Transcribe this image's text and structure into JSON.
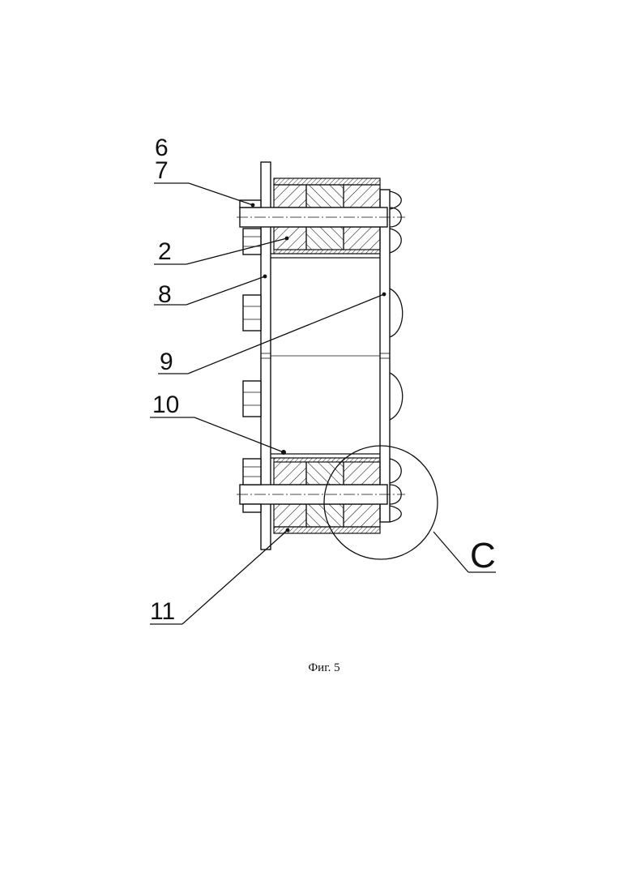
{
  "labels": {
    "l6": "6",
    "l7": "7",
    "l2": "2",
    "l8": "8",
    "l9": "9",
    "l10": "10",
    "l11": "11",
    "lC": "C"
  },
  "caption": "Фиг. 5",
  "colors": {
    "ink": "#111111",
    "paper": "#ffffff"
  }
}
